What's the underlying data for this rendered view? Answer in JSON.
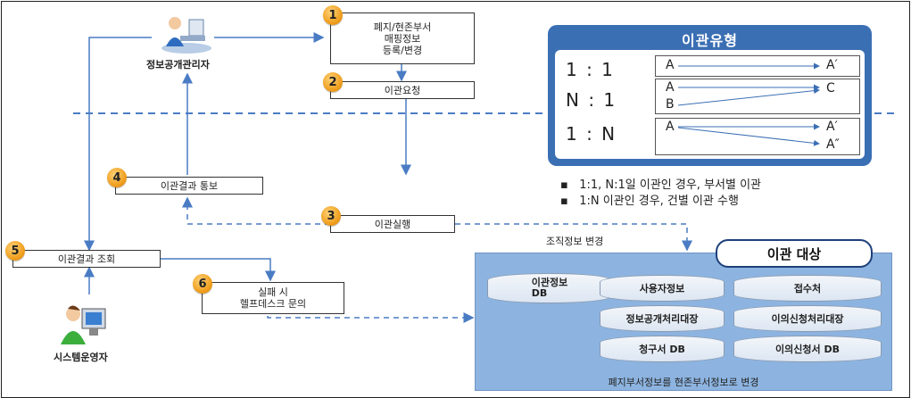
{
  "steps": {
    "s1": {
      "num": "1",
      "label": "폐지/현존부서\n매핑정보\n등록/변경"
    },
    "s2": {
      "num": "2",
      "label": "이관요청"
    },
    "s3": {
      "num": "3",
      "label": "이관실행"
    },
    "s4": {
      "num": "4",
      "label": "이관결과 통보"
    },
    "s5": {
      "num": "5",
      "label": "이관결과 조회"
    },
    "s6": {
      "num": "6",
      "label": "실패 시\n헬프데스크 문의"
    }
  },
  "actors": {
    "info_admin": "정보공개관리자",
    "sys_operator": "시스템운영자"
  },
  "transfer_types": {
    "title": "이관유형",
    "rows": [
      {
        "ratio": "1 : 1",
        "left": [
          "A"
        ],
        "right": [
          "A′"
        ]
      },
      {
        "ratio": "N : 1",
        "left": [
          "A",
          "B"
        ],
        "right": [
          "C"
        ]
      },
      {
        "ratio": "1 : N",
        "left": [
          "A"
        ],
        "right": [
          "A′",
          "A″"
        ]
      }
    ]
  },
  "notes": [
    "1:1, N:1일 이관인 경우, 부서별 이관",
    "1:N 이관인 경우, 건별 이관 수행"
  ],
  "org_change_label": "조직정보 변경",
  "target": {
    "title": "이관 대상",
    "databases": [
      "이관정보\nDB",
      "사용자정보",
      "접수처",
      "정보공개처리대장",
      "이의신청처리대장",
      "청구서 DB",
      "이의신청서 DB"
    ],
    "footer": "폐지부서정보를 현존부서정보로 변경"
  },
  "colors": {
    "accent_blue": "#3b6fb4",
    "target_bg": "#8db4e0",
    "badge": "#f0a020",
    "line": "#4a7cc4"
  }
}
